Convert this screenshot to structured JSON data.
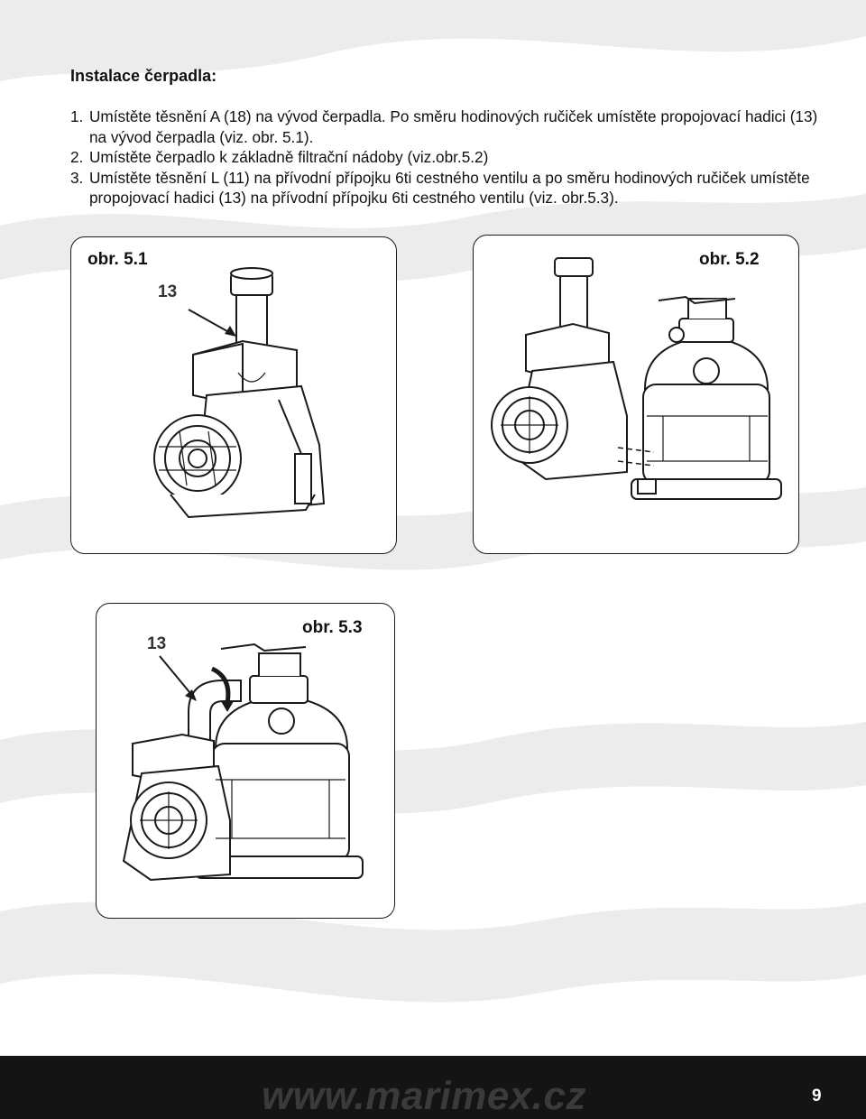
{
  "heading": "Instalace čerpadla:",
  "steps": [
    {
      "num": "1.",
      "text": "Umístěte těsnění A (18) na vývod čerpadla. Po směru hodinových ručiček umístěte propojovací hadici (13) na vývod čerpadla (viz. obr. 5.1)."
    },
    {
      "num": "2.",
      "text": "Umístěte čerpadlo k základně filtrační nádoby (viz.obr.5.2)"
    },
    {
      "num": "3.",
      "text": "Umístěte těsnění L (11) na přívodní přípojku 6ti cestného ventilu a po směru hodinových ručiček umístěte propojovací hadici (13) na přívodní přípojku 6ti cestného ventilu (viz. obr.5.3)."
    }
  ],
  "figures": {
    "fig1": {
      "label": "obr. 5.1",
      "callout": "13"
    },
    "fig2": {
      "label": "obr. 5.2"
    },
    "fig3": {
      "label": "obr. 5.3",
      "callout": "13"
    }
  },
  "footer": {
    "website": "www.marimex.cz",
    "page_number": "9"
  },
  "colors": {
    "background_wave": "#e9e9e9",
    "footer_bg": "#141414",
    "website_text": "#3a3a3a",
    "line_art": "#1a1a1a"
  }
}
